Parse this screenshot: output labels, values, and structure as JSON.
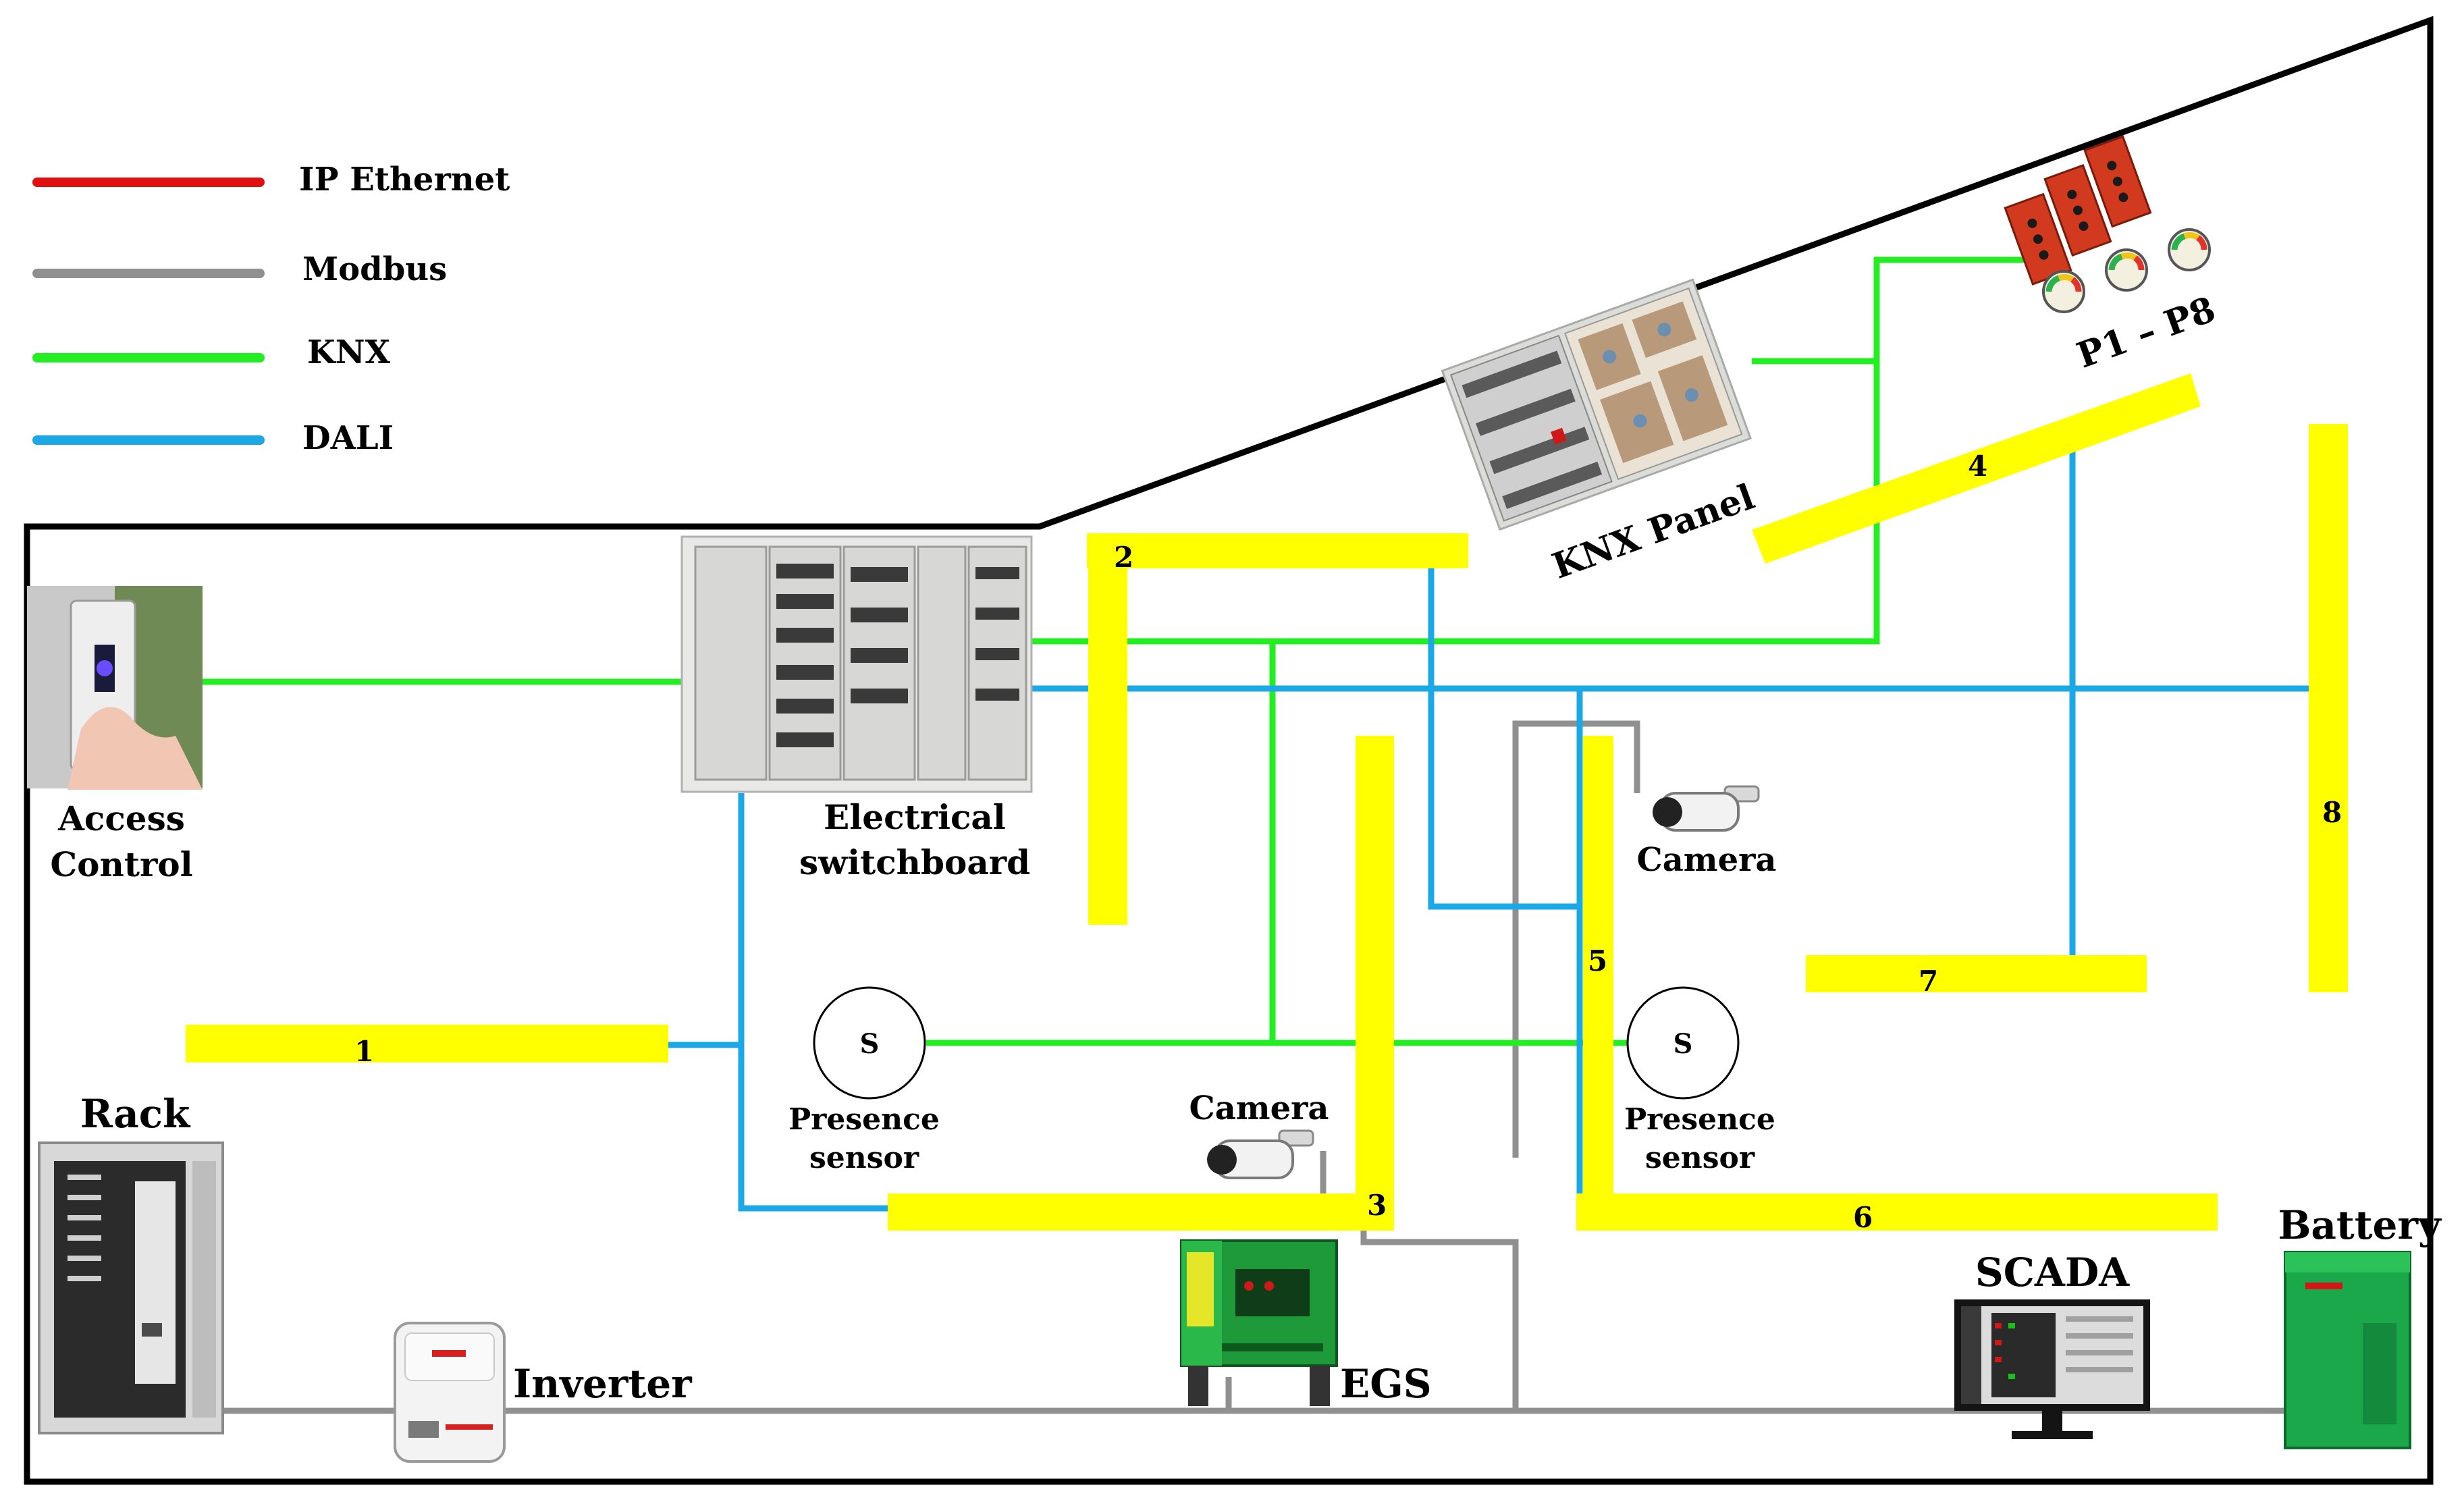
{
  "colors": {
    "ip_ethernet": "#e01010",
    "modbus": "#909090",
    "knx": "#22ee22",
    "dali": "#1aa8e6",
    "light_fixture": "#ffff00",
    "outline": "#000000"
  },
  "legend": {
    "items": [
      {
        "label": "IP Ethernet"
      },
      {
        "label": "Modbus"
      },
      {
        "label": "KNX"
      },
      {
        "label": "DALI"
      }
    ]
  },
  "devices": {
    "access_control": {
      "line1": "Access",
      "line2": "Control",
      "icon": "fingerprint-reader-icon"
    },
    "switchboard": {
      "line1": "Electrical",
      "line2": "switchboard",
      "icon": "electrical-cabinet-icon"
    },
    "knx_panel": {
      "label": "KNX Panel",
      "icon": "knx-panel-icon"
    },
    "meters": {
      "label": "P1 – P8",
      "icon": "energy-meter-icon"
    },
    "camera_right": {
      "label": "Camera",
      "icon": "cctv-camera-icon"
    },
    "camera_left": {
      "label": "Camera",
      "icon": "cctv-camera-icon"
    },
    "presence_left": {
      "symbol": "S",
      "line1": "Presence",
      "line2": "sensor"
    },
    "presence_right": {
      "symbol": "S",
      "line1": "Presence",
      "line2": "sensor"
    },
    "rack": {
      "label": "Rack",
      "icon": "server-rack-icon"
    },
    "inverter": {
      "label": "Inverter",
      "icon": "inverter-icon"
    },
    "egs": {
      "label": "EGS",
      "icon": "generator-icon"
    },
    "scada": {
      "label": "SCADA",
      "icon": "monitor-icon"
    },
    "battery": {
      "label": "Battery",
      "icon": "battery-cabinet-icon"
    }
  },
  "fixtures": [
    {
      "label": "1"
    },
    {
      "label": "2"
    },
    {
      "label": "3"
    },
    {
      "label": "4"
    },
    {
      "label": "5"
    },
    {
      "label": "6"
    },
    {
      "label": "7"
    },
    {
      "label": "8"
    }
  ]
}
